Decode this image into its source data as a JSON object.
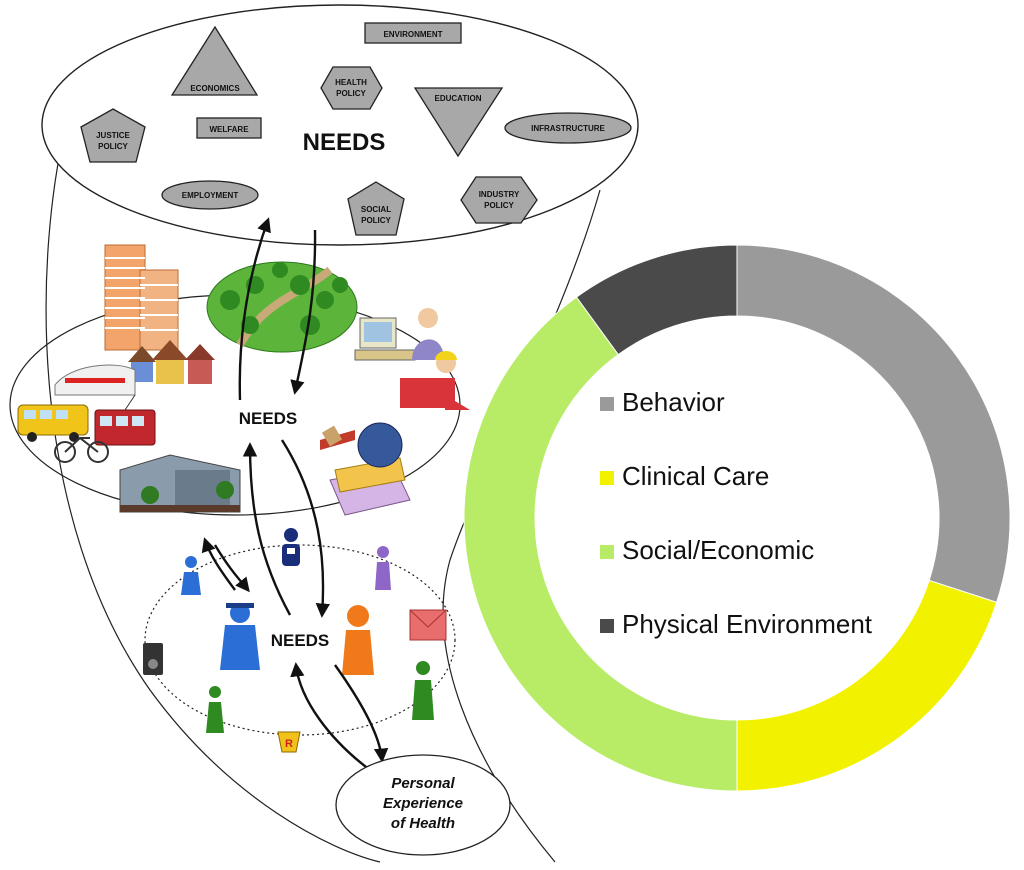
{
  "top_needs": {
    "center_label": "NEEDS",
    "policy_areas": [
      {
        "label": "ENVIRONMENT",
        "shape": "rectangle"
      },
      {
        "label": "ECONOMICS",
        "shape": "triangle-up"
      },
      {
        "label": "HEALTH POLICY",
        "shape": "hexagon"
      },
      {
        "label": "EDUCATION",
        "shape": "triangle-down"
      },
      {
        "label": "JUSTICE POLICY",
        "shape": "pentagon"
      },
      {
        "label": "WELFARE",
        "shape": "rectangle"
      },
      {
        "label": "INFRASTRUCTURE",
        "shape": "ellipse"
      },
      {
        "label": "EMPLOYMENT",
        "shape": "ellipse"
      },
      {
        "label": "SOCIAL POLICY",
        "shape": "pentagon"
      },
      {
        "label": "INDUSTRY POLICY",
        "shape": "hexagon"
      }
    ]
  },
  "middle_needs": {
    "label": "NEEDS"
  },
  "bottom_needs": {
    "label": "NEEDS"
  },
  "personal_experience": {
    "line1": "Personal",
    "line2": "Experience",
    "line3": "of Health"
  },
  "chart_data": {
    "type": "pie",
    "donut": true,
    "legend_position": "center",
    "categories": [
      "Behavior",
      "Clinical Care",
      "Social/Economic",
      "Physical Environment"
    ],
    "values": [
      30,
      20,
      40,
      10
    ],
    "colors": [
      "#9a9a9a",
      "#f2f200",
      "#b8ec66",
      "#4a4a4a"
    ]
  }
}
